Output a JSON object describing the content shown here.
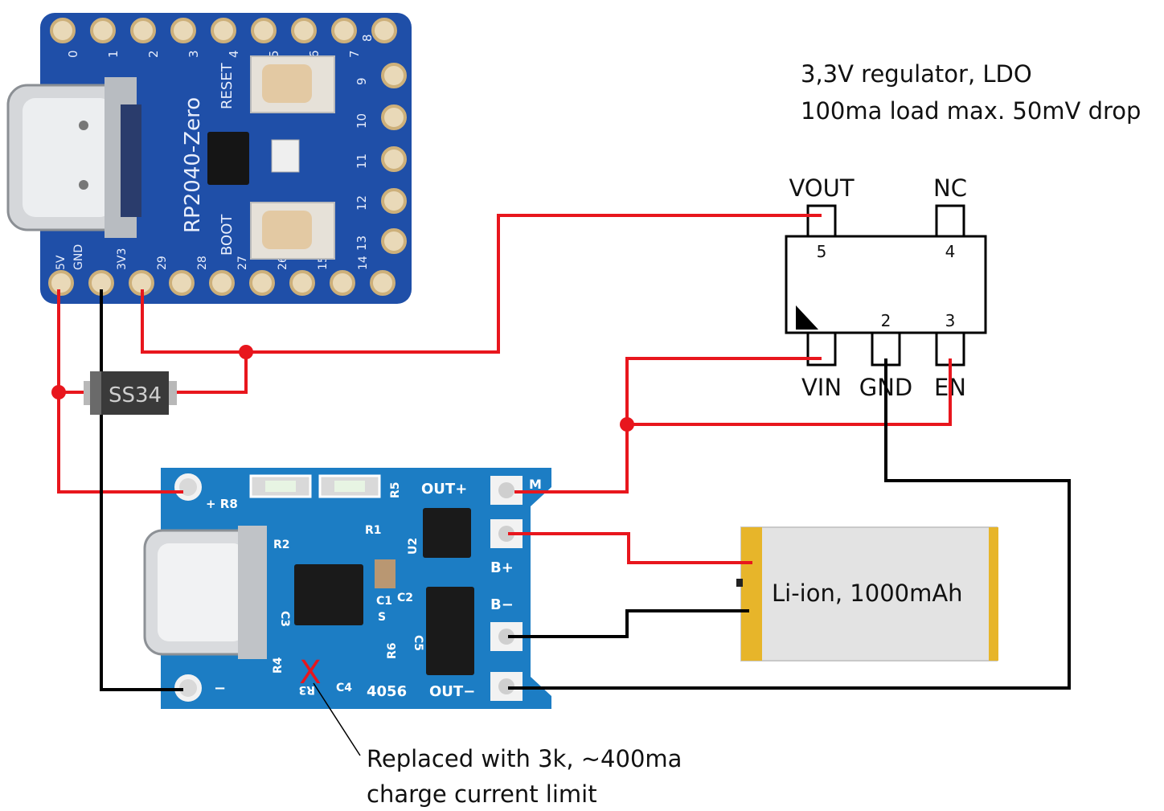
{
  "rp2040_board": {
    "name": "RP2040-Zero",
    "top_pins": [
      "0",
      "1",
      "2",
      "3",
      "4",
      "5",
      "6",
      "7",
      "8"
    ],
    "right_pins": [
      "9",
      "10",
      "11",
      "12",
      "13"
    ],
    "bottom_pins": [
      "5V",
      "GND",
      "3V3",
      "29",
      "28",
      "27",
      "26",
      "15",
      "14"
    ],
    "button_reset": "RESET",
    "button_boot": "BOOT",
    "board_color": "#1f4fa8"
  },
  "diode": {
    "label": "SS34"
  },
  "regulator": {
    "note_line1": "3,3V regulator, LDO",
    "note_line2": "100ma load max. 50mV drop",
    "pin_vout": "VOUT",
    "pin_nc": "NC",
    "pin_vin": "VIN",
    "pin_gnd": "GND",
    "pin_en": "EN",
    "num_5": "5",
    "num_4": "4",
    "num_2": "2",
    "num_3": "3"
  },
  "charger_board": {
    "model": "4056",
    "labels": {
      "plus_r8": "+ R8",
      "minus": "−",
      "out_plus": "OUT+",
      "out_minus": "OUT−",
      "b_plus": "B+",
      "b_minus": "B−",
      "m": "M",
      "r1": "R1",
      "r2": "R2",
      "r3": "R3",
      "r4": "R4",
      "r5": "R5",
      "r6": "R6",
      "c1": "C1",
      "c2": "C2",
      "c3": "C3",
      "c4": "C4",
      "u2": "U2",
      "s": "S",
      "c5": "C5"
    },
    "board_color": "#1c7dc4"
  },
  "battery": {
    "label": "Li-ion, 1000mAh"
  },
  "annotation": {
    "line1": "Replaced with 3k, ~400ma",
    "line2": "charge current limit",
    "mark": "X"
  },
  "wire_colors": {
    "red": "#e8161d",
    "black": "#000000"
  }
}
